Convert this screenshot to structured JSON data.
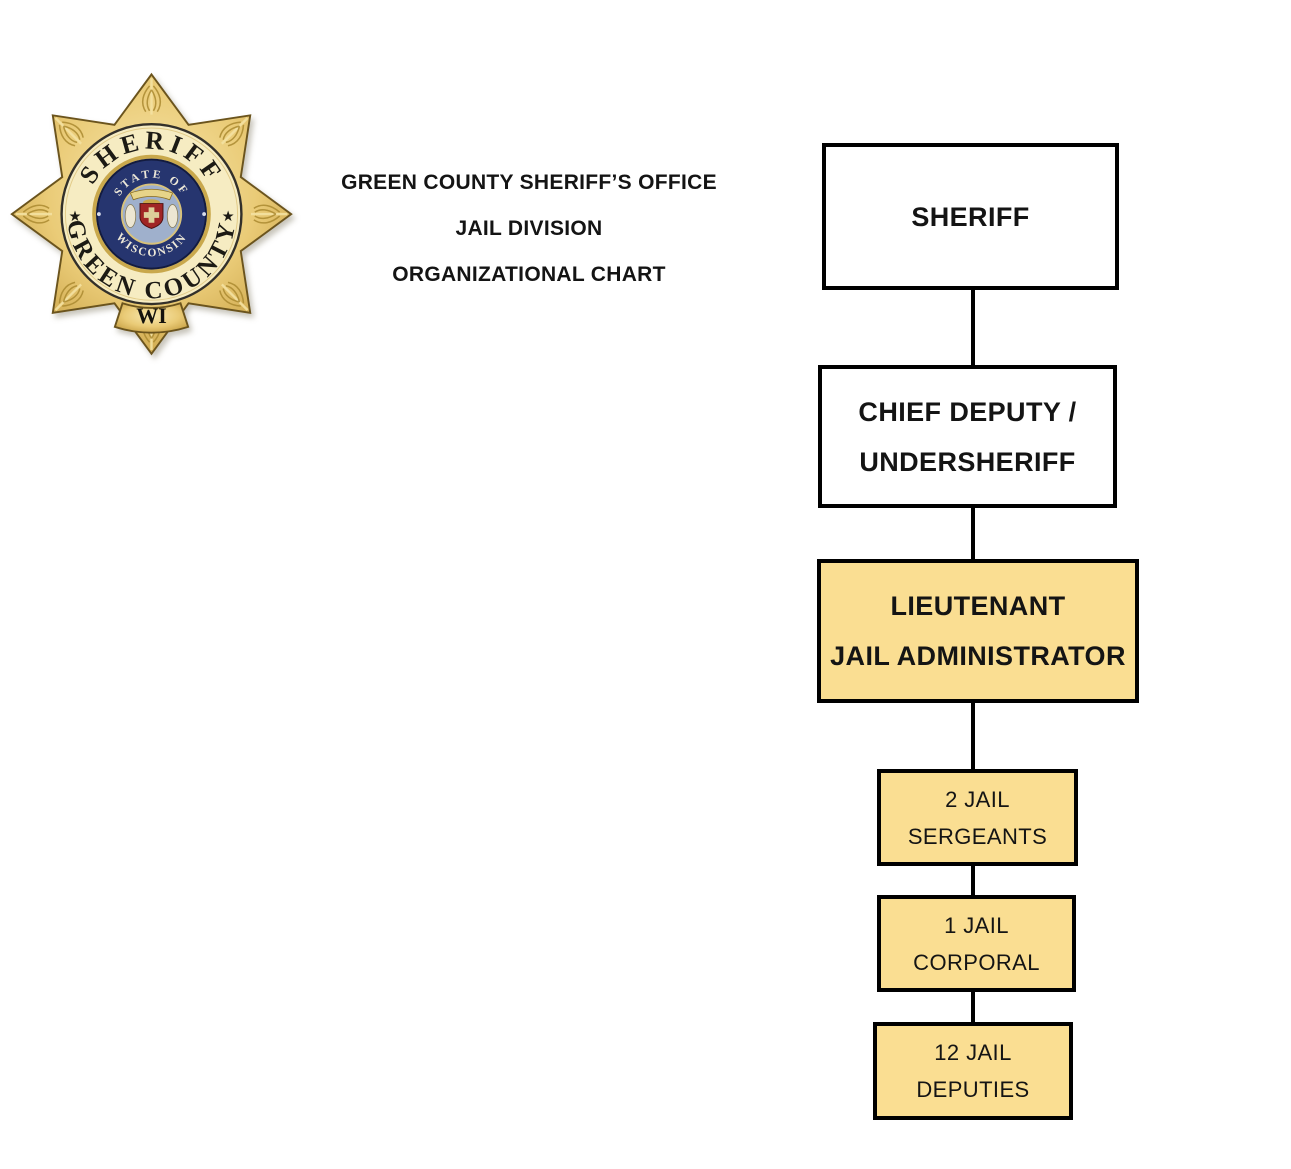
{
  "header": {
    "line1": "GREEN COUNTY SHERIFF’S OFFICE",
    "line2": "JAIL DIVISION",
    "line3": "ORGANIZATIONAL CHART"
  },
  "badge": {
    "band_top": "SHERIFF",
    "band_bottom": "GREEN COUNTY",
    "band_star_left": "★",
    "band_star_right": "★",
    "seal_top": "STATE OF",
    "seal_bottom": "WISCONSIN",
    "banner": "WI",
    "colors": {
      "gold": "#EACB77",
      "band_cream": "#F6ECC2",
      "seal_blue": "#26356F",
      "bezel_gold": "#C9A84C"
    }
  },
  "org_chart": {
    "type": "org-hierarchy",
    "box_border_color": "#000000",
    "white_fill": "#FFFFFF",
    "gold_fill": "#FADE92",
    "connector_color": "#000000",
    "nodes": [
      {
        "id": "sheriff",
        "label_lines": [
          "SHERIFF"
        ],
        "fill": "white",
        "bold": true,
        "reports_to": null
      },
      {
        "id": "chief-deputy",
        "label_lines": [
          "CHIEF DEPUTY /",
          "UNDERSHERIFF"
        ],
        "fill": "white",
        "bold": true,
        "reports_to": "sheriff"
      },
      {
        "id": "jail-admin",
        "label_lines": [
          "LIEUTENANT",
          "JAIL ADMINISTRATOR"
        ],
        "fill": "gold",
        "bold": true,
        "reports_to": "chief-deputy"
      },
      {
        "id": "jail-sergeants",
        "label_lines": [
          "2 JAIL",
          "SERGEANTS"
        ],
        "fill": "gold",
        "bold": false,
        "count": 2,
        "reports_to": "jail-admin"
      },
      {
        "id": "jail-corporal",
        "label_lines": [
          "1 JAIL",
          "CORPORAL"
        ],
        "fill": "gold",
        "bold": false,
        "count": 1,
        "reports_to": "jail-sergeants"
      },
      {
        "id": "jail-deputies",
        "label_lines": [
          "12 JAIL",
          "DEPUTIES"
        ],
        "fill": "gold",
        "bold": false,
        "count": 12,
        "reports_to": "jail-corporal"
      }
    ]
  }
}
